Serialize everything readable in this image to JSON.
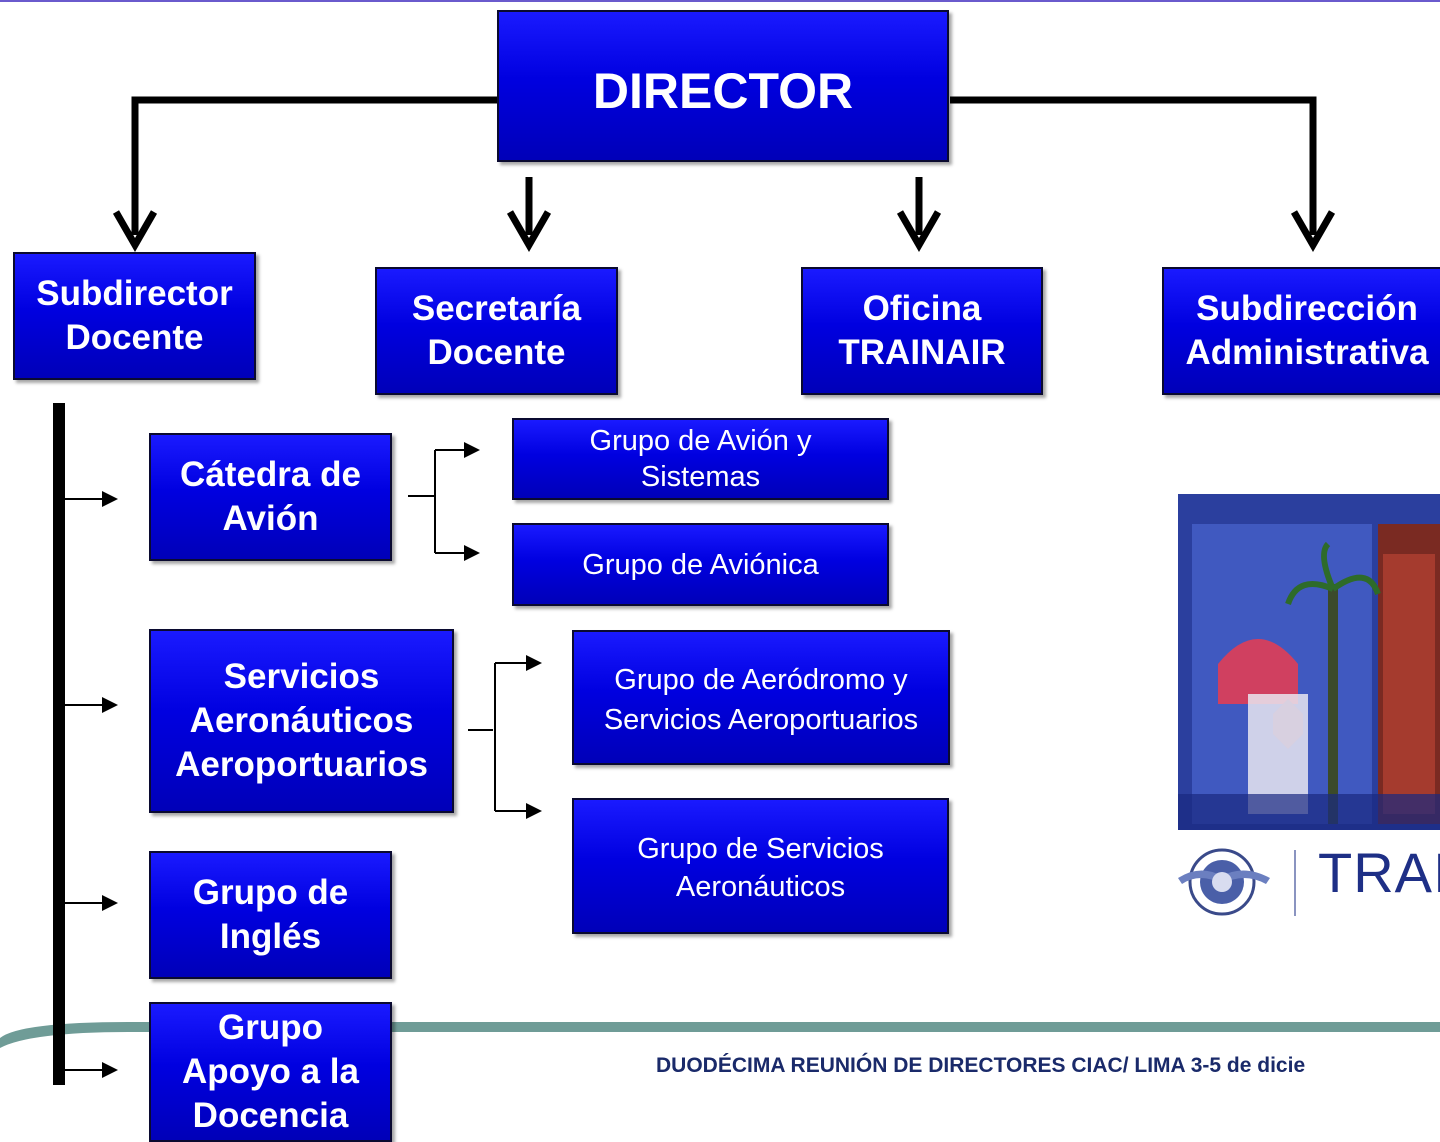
{
  "director": {
    "label": "DIRECTOR"
  },
  "level1": [
    {
      "label": "Subdirector\nDocente"
    },
    {
      "label": "Secretaría\nDocente"
    },
    {
      "label": "Oficina\nTRAINAIR"
    },
    {
      "label": "Subdirección\nAdministrativa"
    }
  ],
  "departments": [
    {
      "label": "Cátedra de\nAvión"
    },
    {
      "label": "Servicios\nAeronáuticos\nAeroportuarios"
    },
    {
      "label": "Grupo de\nInglés"
    },
    {
      "label": "Grupo\nApoyo a la\nDocencia"
    }
  ],
  "groups": [
    {
      "label": "Grupo de Avión y\nSistemas"
    },
    {
      "label": "Grupo de Aviónica"
    },
    {
      "label": "Grupo de Aeródromo y\nServicios Aeroportuarios"
    },
    {
      "label": "Grupo de Servicios\nAeronáuticos"
    }
  ],
  "brand": {
    "text": "TRAI"
  },
  "footer": {
    "text": "DUODÉCIMA REUNIÓN DE DIRECTORES CIAC/  LIMA 3-5  de  dicie"
  }
}
